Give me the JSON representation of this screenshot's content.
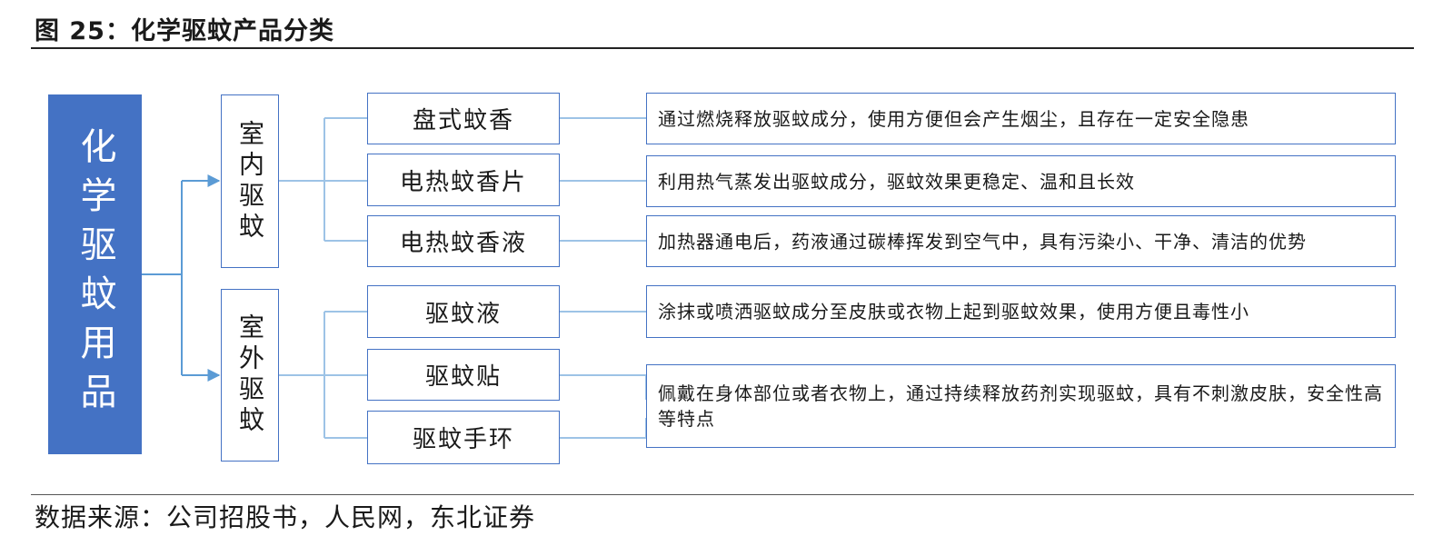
{
  "title": "图 25：化学驱蚊产品分类",
  "source": "数据来源：公司招股书，人民网，东北证券",
  "root": "化学驱蚊用品",
  "categories": {
    "indoor": "室内驱蚊",
    "outdoor": "室外驱蚊"
  },
  "products": [
    "盘式蚊香",
    "电热蚊香片",
    "电热蚊香液",
    "驱蚊液",
    "驱蚊贴",
    "驱蚊手环"
  ],
  "descriptions": [
    "通过燃烧释放驱蚊成分，使用方便但会产生烟尘，且存在一定安全隐患",
    "利用热气蒸发出驱蚊成分，驱蚊效果更稳定、温和且长效",
    "加热器通电后，药液通过碳棒挥发到空气中，具有污染小、干净、清洁的优势",
    "涂抹或喷洒驱蚊成分至皮肤或衣物上起到驱蚊效果，使用方便且毒性小",
    "佩戴在身体部位或者衣物上，通过持续释放药剂实现驱蚊，具有不刺激皮肤，安全性高等特点"
  ],
  "colors": {
    "root_fill": "#4472c4",
    "box_border": "#4472c4",
    "connector": "#9dc3e6",
    "arrow": "#5b9bd5"
  }
}
